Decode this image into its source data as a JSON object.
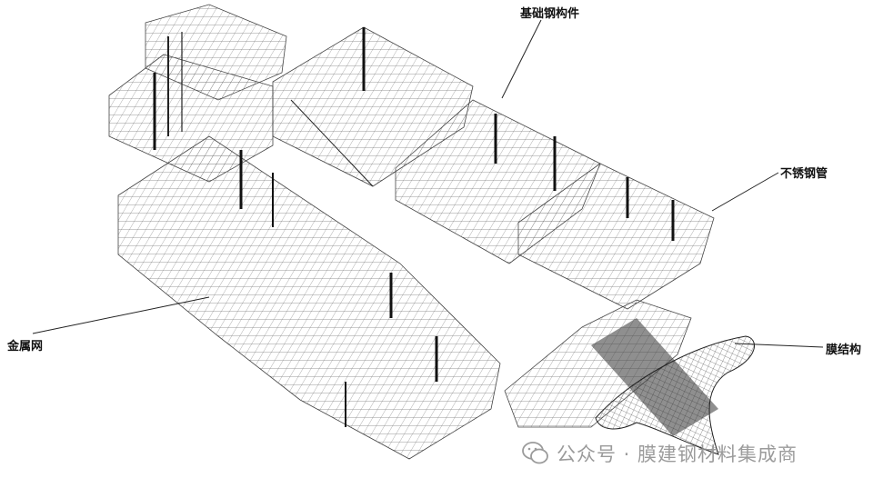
{
  "labels": {
    "foundation_steel": "基础钢构件",
    "stainless_pipe": "不锈钢管",
    "metal_mesh": "金属网",
    "membrane": "膜结构"
  },
  "watermark": {
    "text": "公众号 · 膜建钢材料集成商",
    "icon": "wechat-icon"
  },
  "colors": {
    "line": "#222222",
    "frame": "#555555",
    "membrane": "#333333",
    "watermark": "#8a8a8a"
  }
}
